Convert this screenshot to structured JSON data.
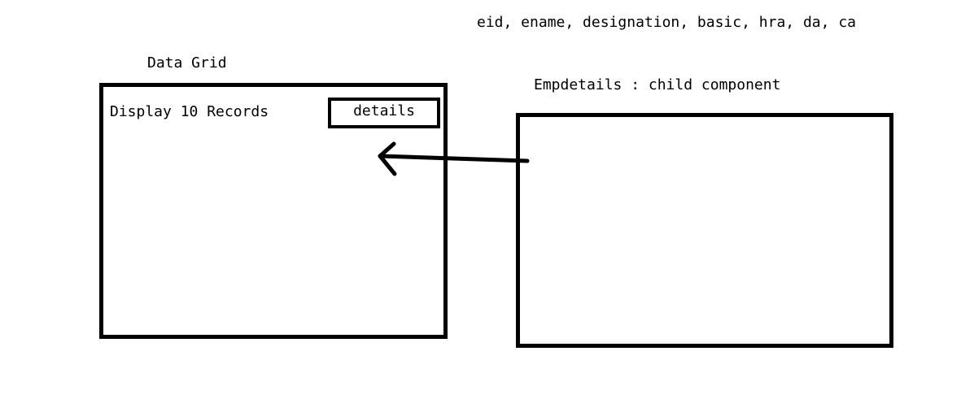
{
  "fields_text": "eid, ename, designation, basic, hra, da, ca",
  "data_grid": {
    "title": "Data Grid",
    "content_text": "Display 10 Records",
    "button_label": "details"
  },
  "child": {
    "title": "Empdetails : child component"
  }
}
